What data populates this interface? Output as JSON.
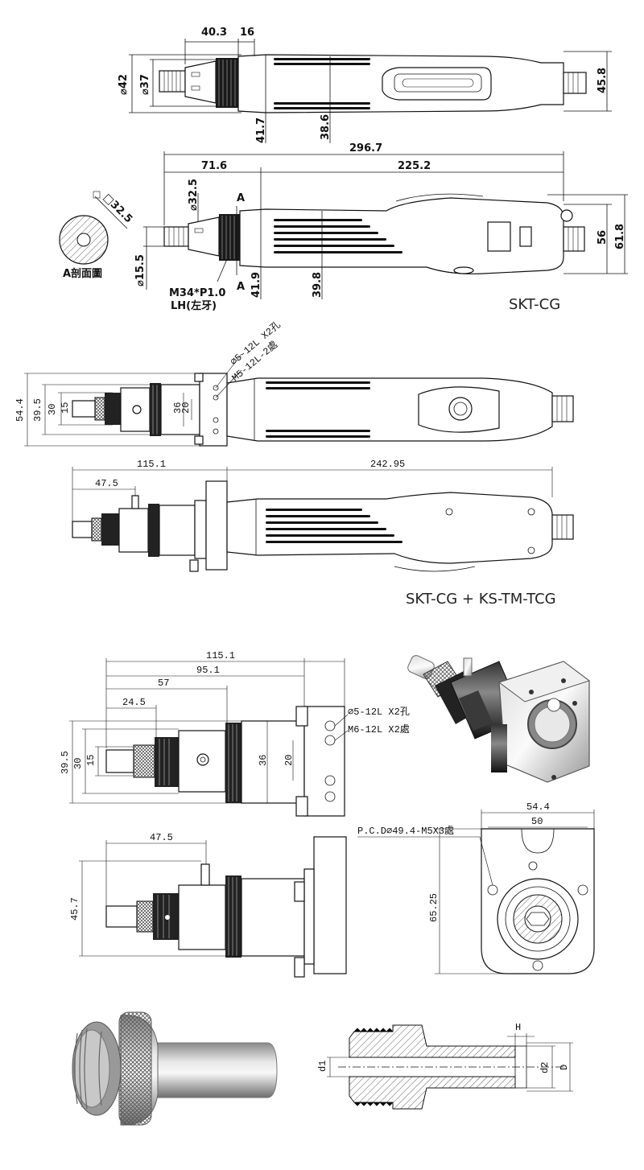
{
  "views": {
    "top": {
      "dims": {
        "a": "40.3",
        "b": "16",
        "c": "⌀42",
        "d": "⌀37",
        "e": "41.7",
        "f": "38.6",
        "g": "45.8"
      }
    },
    "side": {
      "dims": {
        "total": "296.7",
        "left": "71.6",
        "right": "225.2",
        "phi325": "⌀32.5",
        "phi155": "⌀15.5",
        "h419": "41.9",
        "h398": "39.8",
        "h56": "56",
        "h618": "61.8"
      },
      "section_letter": "A",
      "thread_line1": "M34*P1.0",
      "thread_line2": "LH(左牙)",
      "section_sq": "□32.5",
      "section_label": "A剖面圖",
      "model": "SKT-CG"
    },
    "combo_top": {
      "dims": {
        "h544": "54.4",
        "h395": "39.5",
        "h30": "30",
        "h15": "15",
        "h36": "36",
        "h20": "20"
      },
      "hole1": "⌀5-12L X2孔",
      "hole2": "M5-12L-2處"
    },
    "combo_side": {
      "dims": {
        "w1151": "115.1",
        "w24295": "242.95",
        "w475": "47.5"
      },
      "model": "SKT-CG + KS-TM-TCG"
    },
    "adapter_top": {
      "dims": {
        "w1151": "115.1",
        "w951": "95.1",
        "w57": "57",
        "w245": "24.5",
        "h395": "39.5",
        "h30": "30",
        "h15": "15",
        "h36": "36",
        "h20": "20"
      },
      "hole1": "⌀5-12L X2孔",
      "hole2": "M6-12L X2處"
    },
    "adapter_side": {
      "dims": {
        "w475": "47.5",
        "h457": "45.7"
      }
    },
    "adapter_front": {
      "dims": {
        "w544": "54.4",
        "w50": "50",
        "h6525": "65.25"
      },
      "pcd": "P.C.D⌀49.4-M5X3處"
    },
    "bit_section": {
      "labels": {
        "h": "H",
        "d1": "d1",
        "d2": "d2",
        "d": "D"
      }
    }
  }
}
